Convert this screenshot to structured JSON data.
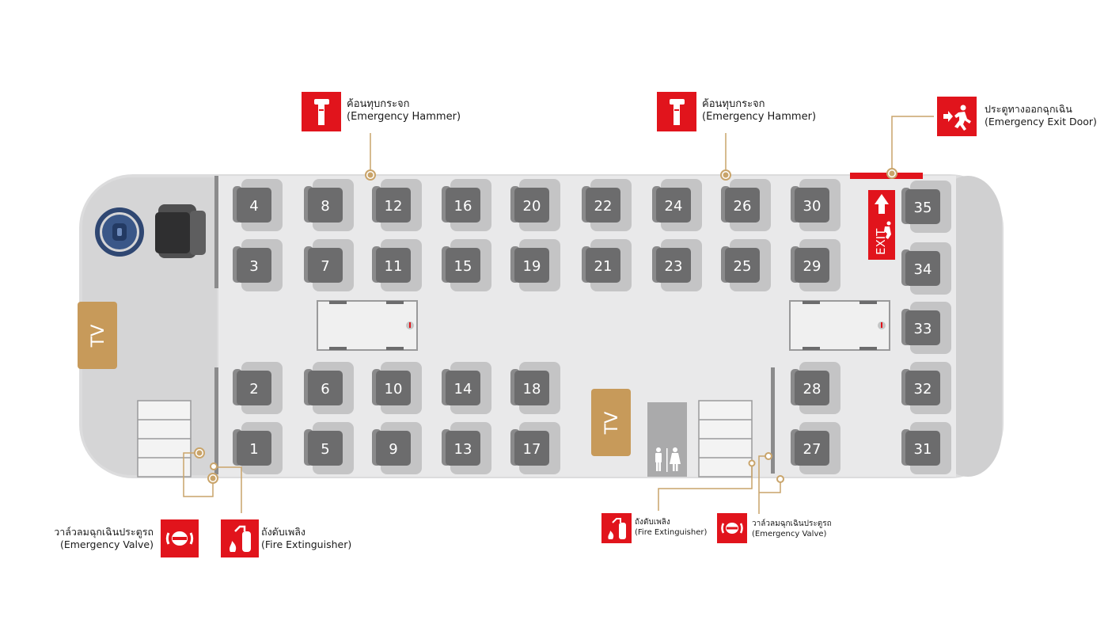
{
  "colors": {
    "bus_body": "#dcdcdd",
    "bus_floor": "#e8e8e9",
    "driver_area": "#d4d4d5",
    "seat_dark": "#6c6c6d",
    "seat_back": "#c4c4c5",
    "seat_number": "#ffffff",
    "accent_red": "#e1141c",
    "leader_line": "#c9a46a",
    "tv_gold": "#c79a5a"
  },
  "seats": [
    {
      "num": "4",
      "row": "front"
    },
    {
      "num": "8"
    },
    {
      "num": "12"
    },
    {
      "num": "16"
    },
    {
      "num": "20"
    },
    {
      "num": "22"
    },
    {
      "num": "24"
    },
    {
      "num": "26"
    },
    {
      "num": "30"
    },
    {
      "num": "3"
    },
    {
      "num": "7"
    },
    {
      "num": "11"
    },
    {
      "num": "15"
    },
    {
      "num": "19"
    },
    {
      "num": "21"
    },
    {
      "num": "23"
    },
    {
      "num": "25"
    },
    {
      "num": "29"
    },
    {
      "num": "2"
    },
    {
      "num": "6"
    },
    {
      "num": "10"
    },
    {
      "num": "14"
    },
    {
      "num": "18"
    },
    {
      "num": "28"
    },
    {
      "num": "1"
    },
    {
      "num": "5"
    },
    {
      "num": "9"
    },
    {
      "num": "13"
    },
    {
      "num": "17"
    },
    {
      "num": "27"
    },
    {
      "num": "35"
    },
    {
      "num": "34"
    },
    {
      "num": "33"
    },
    {
      "num": "32"
    },
    {
      "num": "31"
    }
  ],
  "tv": {
    "front_label": "TV",
    "middle_label": "TV"
  },
  "exit_sign": {
    "label": "EXIT"
  },
  "callouts": {
    "hammer_1": {
      "th": "ค้อนทุบกระจก",
      "en": "(Emergency Hammer)",
      "icon": "hammer-icon"
    },
    "hammer_2": {
      "th": "ค้อนทุบกระจก",
      "en": "(Emergency Hammer)",
      "icon": "hammer-icon"
    },
    "exit_door": {
      "th": "ประตูทางออกฉุกเฉิน",
      "en": "(Emergency Exit Door)",
      "icon": "running-exit-icon"
    },
    "valve_front": {
      "th": "วาล์วลมฉุกเฉินประตูรถ",
      "en": "(Emergency Valve)",
      "icon": "valve-icon"
    },
    "extinguisher_front": {
      "th": "ถังดับเพลิง",
      "en": "(Fire Extinguisher)",
      "icon": "fire-extinguisher-icon"
    },
    "extinguisher_rear": {
      "th": "ถังดับเพลิง",
      "en": "(Fire Extinguisher)",
      "icon": "fire-extinguisher-icon"
    },
    "valve_rear": {
      "th": "วาล์วลมฉุกเฉินประตูรถ",
      "en": "(Emergency Valve)",
      "icon": "valve-icon"
    }
  }
}
